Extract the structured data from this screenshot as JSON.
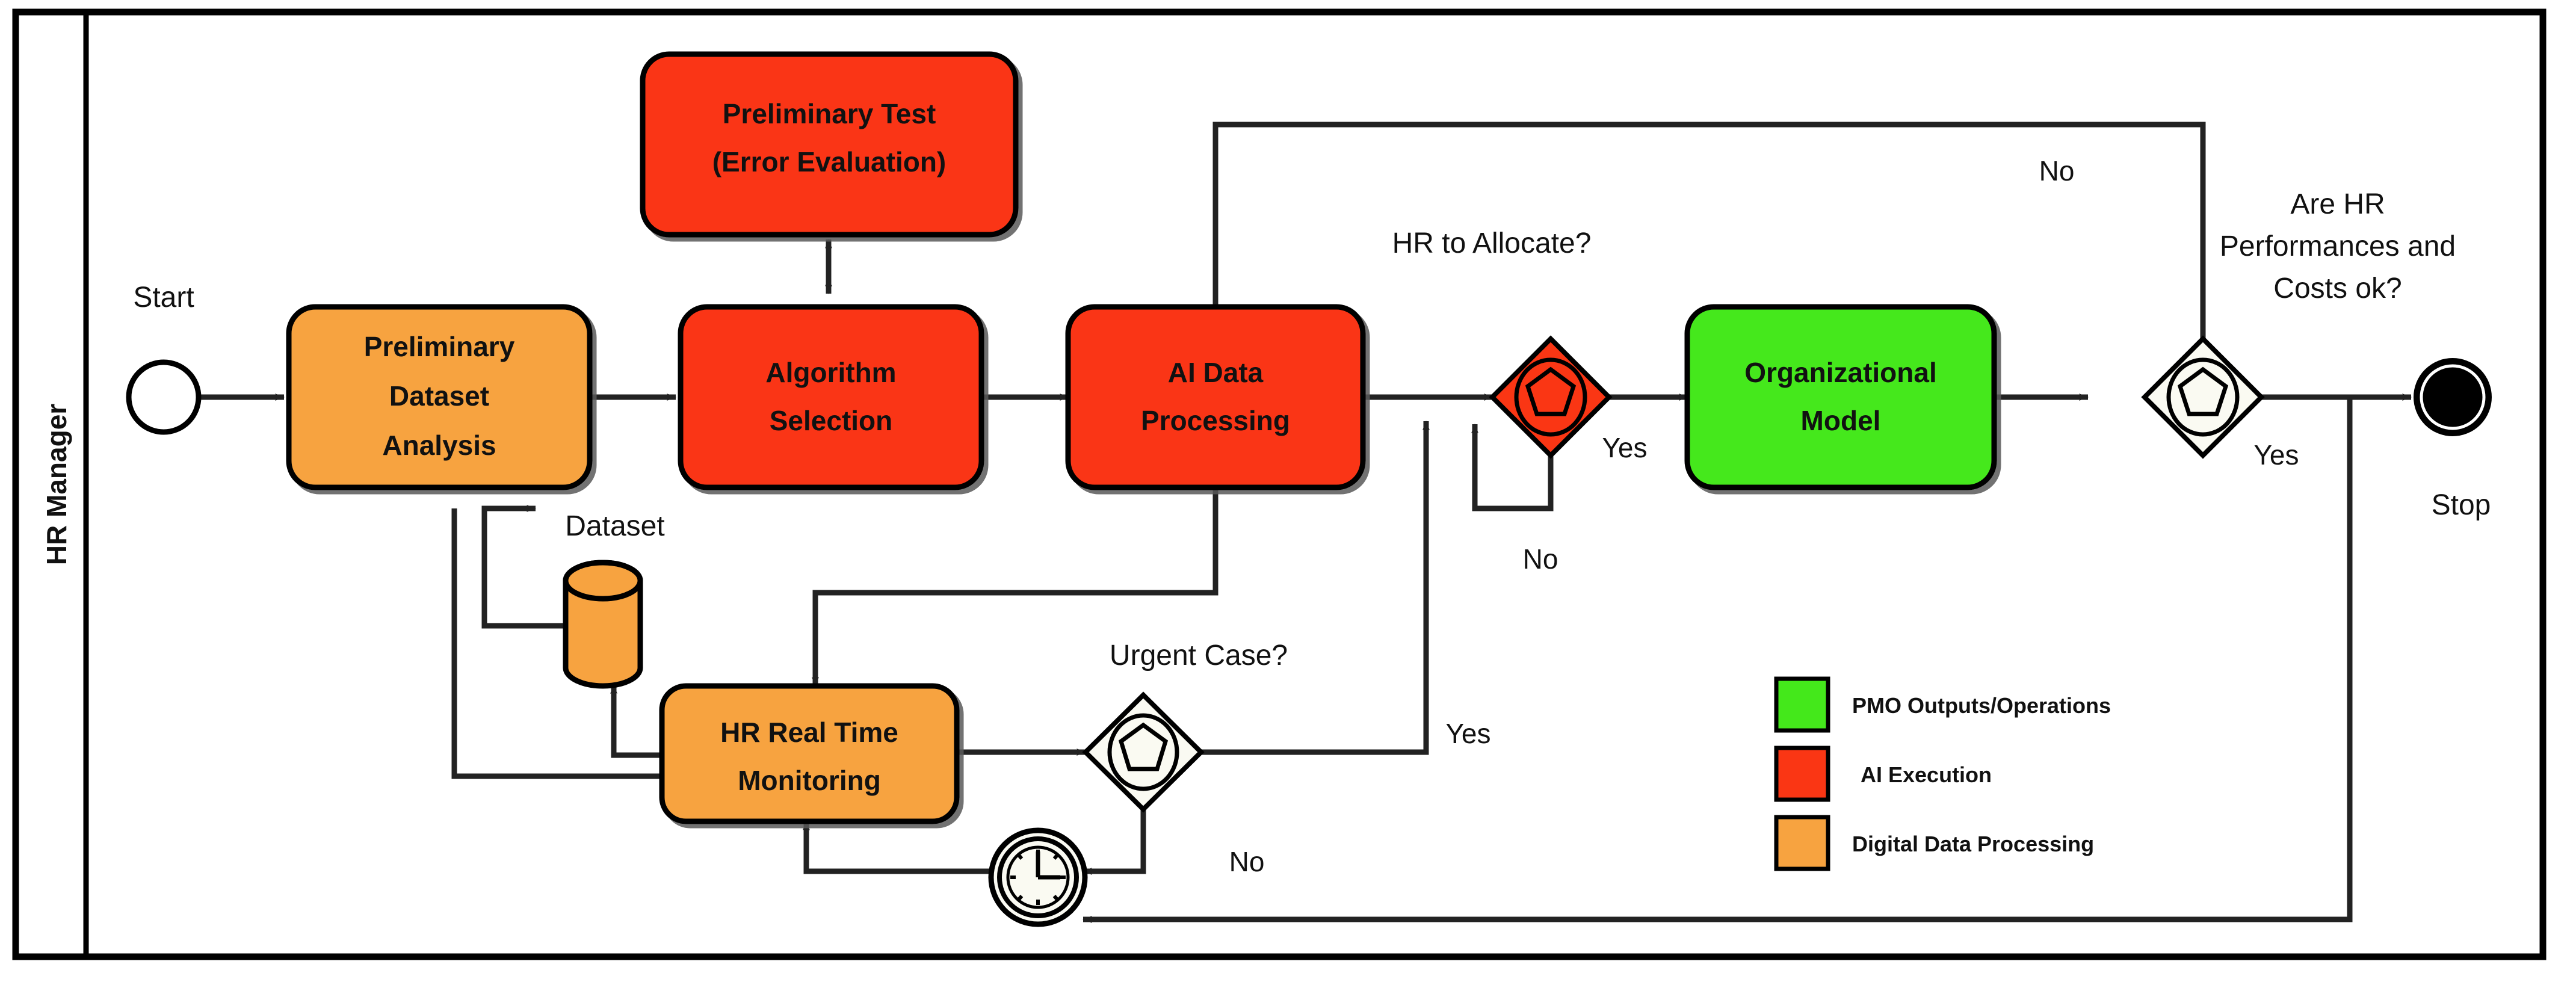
{
  "diagram": {
    "title_pool": "HR Manager",
    "type": "BPMN process flowchart",
    "colors": {
      "pmo_green": "#44E81B",
      "ai_red": "#FA3614",
      "data_orange": "#F7A340",
      "gateway_white": "#FAFAF2",
      "stroke": "#000000",
      "background": "#FFFFFF"
    }
  },
  "events": {
    "start_label": "Start",
    "stop_label": "Stop"
  },
  "tasks": {
    "preliminary_dataset_analysis": "Preliminary\nDataset\nAnalysis",
    "preliminary_dataset_analysis_lines": [
      "Preliminary",
      "Dataset",
      "Analysis"
    ],
    "algorithm_selection_lines": [
      "Algorithm",
      "Selection"
    ],
    "preliminary_test_lines": [
      "Preliminary Test",
      "(Error Evaluation)"
    ],
    "ai_data_processing_lines": [
      "AI Data",
      "Processing"
    ],
    "organizational_model_lines": [
      "Organizational",
      "Model"
    ],
    "hr_real_time_monitoring_lines": [
      "HR Real Time",
      "Monitoring"
    ]
  },
  "data_store": {
    "dataset_label": "Dataset"
  },
  "gateways": {
    "hr_to_allocate": "HR to Allocate?",
    "urgent_case": "Urgent Case?",
    "hr_perf_costs_lines": [
      "Are HR",
      "Performances and",
      "Costs ok?"
    ]
  },
  "edge_labels": {
    "hr_alloc_yes": "Yes",
    "hr_alloc_no": "No",
    "urgent_yes": "Yes",
    "urgent_no": "No",
    "perf_yes": "Yes",
    "perf_no": "No"
  },
  "legend": {
    "items": [
      {
        "label": "PMO Outputs/Operations",
        "color": "#44E81B"
      },
      {
        "label": "AI Execution",
        "color": "#FA3614"
      },
      {
        "label": "Digital Data Processing",
        "color": "#F7A340"
      }
    ]
  }
}
